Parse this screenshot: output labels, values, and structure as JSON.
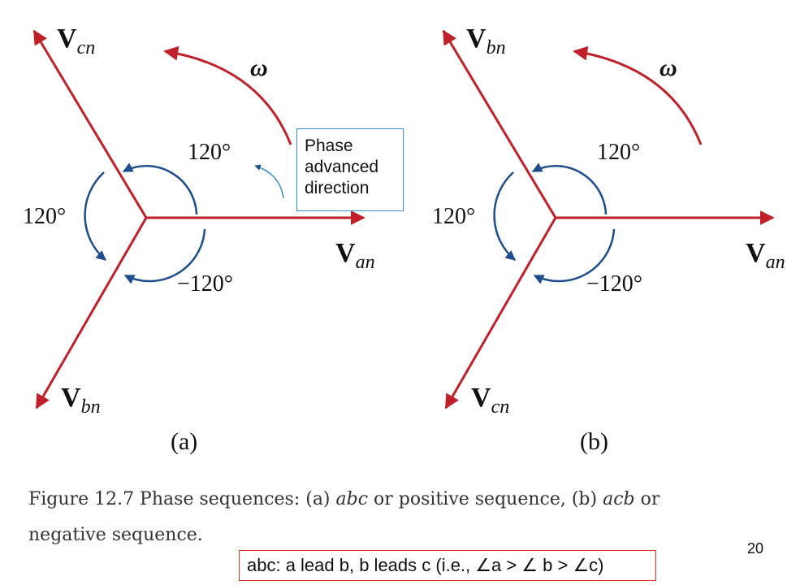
{
  "panel_a": {
    "phasors": {
      "an": {
        "main": "V",
        "sub": "an"
      },
      "bn": {
        "main": "V",
        "sub": "bn"
      },
      "cn": {
        "main": "V",
        "sub": "cn"
      }
    },
    "angles": {
      "top": "120°",
      "left": "120°",
      "bottom": "−120°"
    },
    "omega": "ω",
    "label": "(a)"
  },
  "panel_b": {
    "phasors": {
      "an": {
        "main": "V",
        "sub": "an"
      },
      "bn": {
        "main": "V",
        "sub": "bn"
      },
      "cn": {
        "main": "V",
        "sub": "cn"
      }
    },
    "angles": {
      "top": "120°",
      "left": "120°",
      "bottom": "−120°"
    },
    "omega": "ω",
    "label": "(b)"
  },
  "note": {
    "lines": [
      "Phase",
      "advanced",
      "direction"
    ]
  },
  "caption": {
    "line1_prefix": "Figure 12.7  Phase sequences: (a) ",
    "abc": "abc",
    "line1_mid": " or positive sequence, (b) ",
    "acb": "acb",
    "line1_suffix": " or",
    "line2": "negative sequence."
  },
  "sequence_note": "abc: a lead b, b leads c (i.e., ∠a > ∠ b > ∠c)",
  "page_number": "20",
  "colors": {
    "phasor": "#c0202a",
    "angle_arc": "#1f4e8c",
    "note_border": "#3b8fd0",
    "sequence_border": "#e0302a"
  }
}
